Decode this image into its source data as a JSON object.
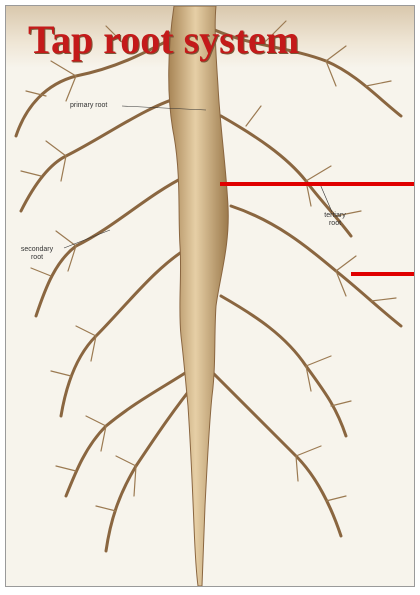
{
  "title": "Tap root system",
  "labels": {
    "primary_root": "primary root",
    "secondary_root": "secondary root",
    "tertiary_root": "tertiary root"
  },
  "colors": {
    "title": "#c41a1a",
    "taproot": "#c8a57a",
    "branch": "#8a6640",
    "pointer": "#e00000"
  }
}
